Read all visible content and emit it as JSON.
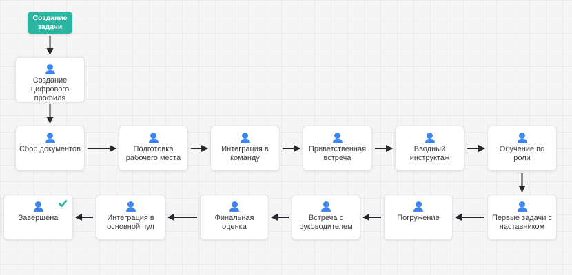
{
  "diagram": {
    "colors": {
      "canvas_background": "#f5f5f6",
      "grid_line": "#ebebee",
      "start_node": "#2bb5a0",
      "person_icon": "#3f87f0",
      "check_icon": "#2bb5a0",
      "arrow": "#26282b",
      "task_background": "#ffffff",
      "task_border": "#e3e3e7",
      "label_text": "#3b3b3b"
    },
    "nodes": [
      {
        "id": "create-task",
        "type": "start",
        "label": "Создание задачи"
      },
      {
        "id": "create-digital-profile",
        "type": "task",
        "icon": "person-icon",
        "label": "Создание цифрового профиля"
      },
      {
        "id": "collect-documents",
        "type": "task",
        "icon": "person-icon",
        "label": "Сбор документов"
      },
      {
        "id": "prepare-workspace",
        "type": "task",
        "icon": "person-icon",
        "label": "Подготовка рабочего места"
      },
      {
        "id": "team-integration",
        "type": "task",
        "icon": "person-icon",
        "label": "Интеграция в команду"
      },
      {
        "id": "welcome-meeting",
        "type": "task",
        "icon": "person-icon",
        "label": "Приветственная встреча"
      },
      {
        "id": "intro-briefing",
        "type": "task",
        "icon": "person-icon",
        "label": "Вводный инструктаж"
      },
      {
        "id": "role-training",
        "type": "task",
        "icon": "person-icon",
        "label": "Обучение по роли"
      },
      {
        "id": "first-tasks-with-mentor",
        "type": "task",
        "icon": "person-icon",
        "label": "Первые задачи с наставником"
      },
      {
        "id": "immersion",
        "type": "task",
        "icon": "person-icon",
        "label": "Погружение"
      },
      {
        "id": "meeting-with-manager",
        "type": "task",
        "icon": "person-icon",
        "label": "Встреча с руководителем"
      },
      {
        "id": "final-evaluation",
        "type": "task",
        "icon": "person-icon",
        "label": "Финальная оценка"
      },
      {
        "id": "main-pool-integration",
        "type": "task",
        "icon": "person-icon",
        "label": "Интеграция в основной пул"
      },
      {
        "id": "completed",
        "type": "task",
        "icon": "person-icon",
        "badge": "check-icon",
        "label": "Завершена"
      }
    ],
    "edges": [
      {
        "from": "create-task",
        "to": "create-digital-profile"
      },
      {
        "from": "create-digital-profile",
        "to": "collect-documents"
      },
      {
        "from": "collect-documents",
        "to": "prepare-workspace"
      },
      {
        "from": "prepare-workspace",
        "to": "team-integration"
      },
      {
        "from": "team-integration",
        "to": "welcome-meeting"
      },
      {
        "from": "welcome-meeting",
        "to": "intro-briefing"
      },
      {
        "from": "intro-briefing",
        "to": "role-training"
      },
      {
        "from": "role-training",
        "to": "first-tasks-with-mentor"
      },
      {
        "from": "first-tasks-with-mentor",
        "to": "immersion"
      },
      {
        "from": "immersion",
        "to": "meeting-with-manager"
      },
      {
        "from": "meeting-with-manager",
        "to": "final-evaluation"
      },
      {
        "from": "final-evaluation",
        "to": "main-pool-integration"
      },
      {
        "from": "main-pool-integration",
        "to": "completed"
      }
    ]
  }
}
